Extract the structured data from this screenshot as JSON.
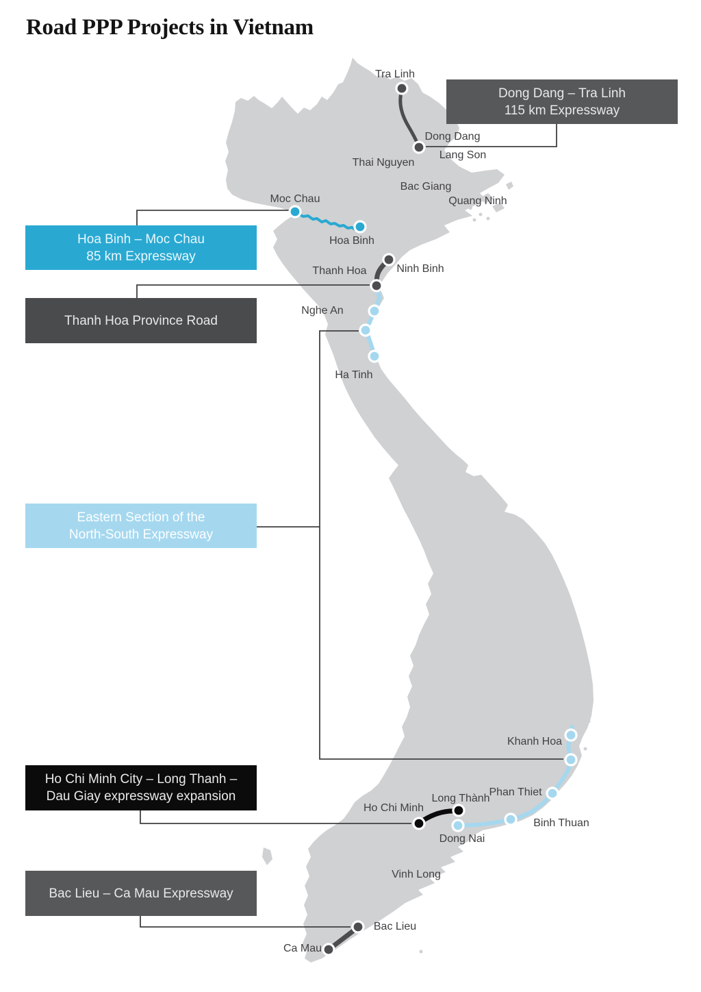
{
  "title": "Road PPP Projects in Vietnam",
  "map": {
    "country": "Vietnam",
    "land_color": "#CFD1D3",
    "connector_color": "#404042"
  },
  "project_boxes": [
    {
      "name": "dong-dang-tra-linh",
      "lines": [
        "Dong Dang – Tra Linh",
        "115 km Expressway"
      ],
      "bg": "#57585A",
      "route_color": "#4D4D4F"
    },
    {
      "name": "hoa-binh-moc-chau",
      "lines": [
        "Hoa Binh – Moc Chau",
        "85 km Expressway"
      ],
      "bg": "#29A9D2",
      "route_color": "#29A9D2"
    },
    {
      "name": "thanh-hoa-province-road",
      "lines": [
        "Thanh Hoa Province Road"
      ],
      "bg": "#4A4B4D",
      "route_color": "#4D4D4F"
    },
    {
      "name": "eastern-section-north-south",
      "lines": [
        "Eastern Section of the",
        "North-South Expressway"
      ],
      "bg": "#A5D8EF",
      "route_color": "#A5D8EF"
    },
    {
      "name": "hcmc-long-thanh-dau-giay",
      "lines": [
        "Ho Chi Minh City – Long Thanh –",
        "Dau Giay expressway expansion"
      ],
      "bg": "#0B0B0B",
      "route_color": "#0B0B0B"
    },
    {
      "name": "bac-lieu-ca-mau",
      "lines": [
        "Bac Lieu – Ca Mau Expressway"
      ],
      "bg": "#57585A",
      "route_color": "#4D4D4F"
    }
  ],
  "cities": [
    {
      "name": "Tra Linh",
      "marker": "dark"
    },
    {
      "name": "Dong Dang",
      "marker": "dark"
    },
    {
      "name": "Lang Son",
      "marker": "none"
    },
    {
      "name": "Thai Nguyen",
      "marker": "none"
    },
    {
      "name": "Bac Giang",
      "marker": "none"
    },
    {
      "name": "Quang Ninh",
      "marker": "none"
    },
    {
      "name": "Moc Chau",
      "marker": "cyan"
    },
    {
      "name": "Hoa Binh",
      "marker": "cyan"
    },
    {
      "name": "Ninh Binh",
      "marker": "dark"
    },
    {
      "name": "Thanh Hoa",
      "marker": "dark"
    },
    {
      "name": "Nghe An",
      "marker": "none"
    },
    {
      "name": "Ha Tinh",
      "marker": "none"
    },
    {
      "name": "Khanh Hoa",
      "marker": "none"
    },
    {
      "name": "Phan Thiet",
      "marker": "light"
    },
    {
      "name": "Binh Thuan",
      "marker": "none"
    },
    {
      "name": "Long Thành",
      "marker": "black"
    },
    {
      "name": "Ho Chi Minh",
      "marker": "black"
    },
    {
      "name": "Dong Nai",
      "marker": "light"
    },
    {
      "name": "Vinh Long",
      "marker": "none"
    },
    {
      "name": "Bac Lieu",
      "marker": "dark"
    },
    {
      "name": "Ca Mau",
      "marker": "dark"
    }
  ],
  "marker_colors": {
    "dark": "#4D4D4F",
    "cyan": "#29A9D2",
    "light": "#A5D8EF",
    "black": "#0B0B0B"
  }
}
